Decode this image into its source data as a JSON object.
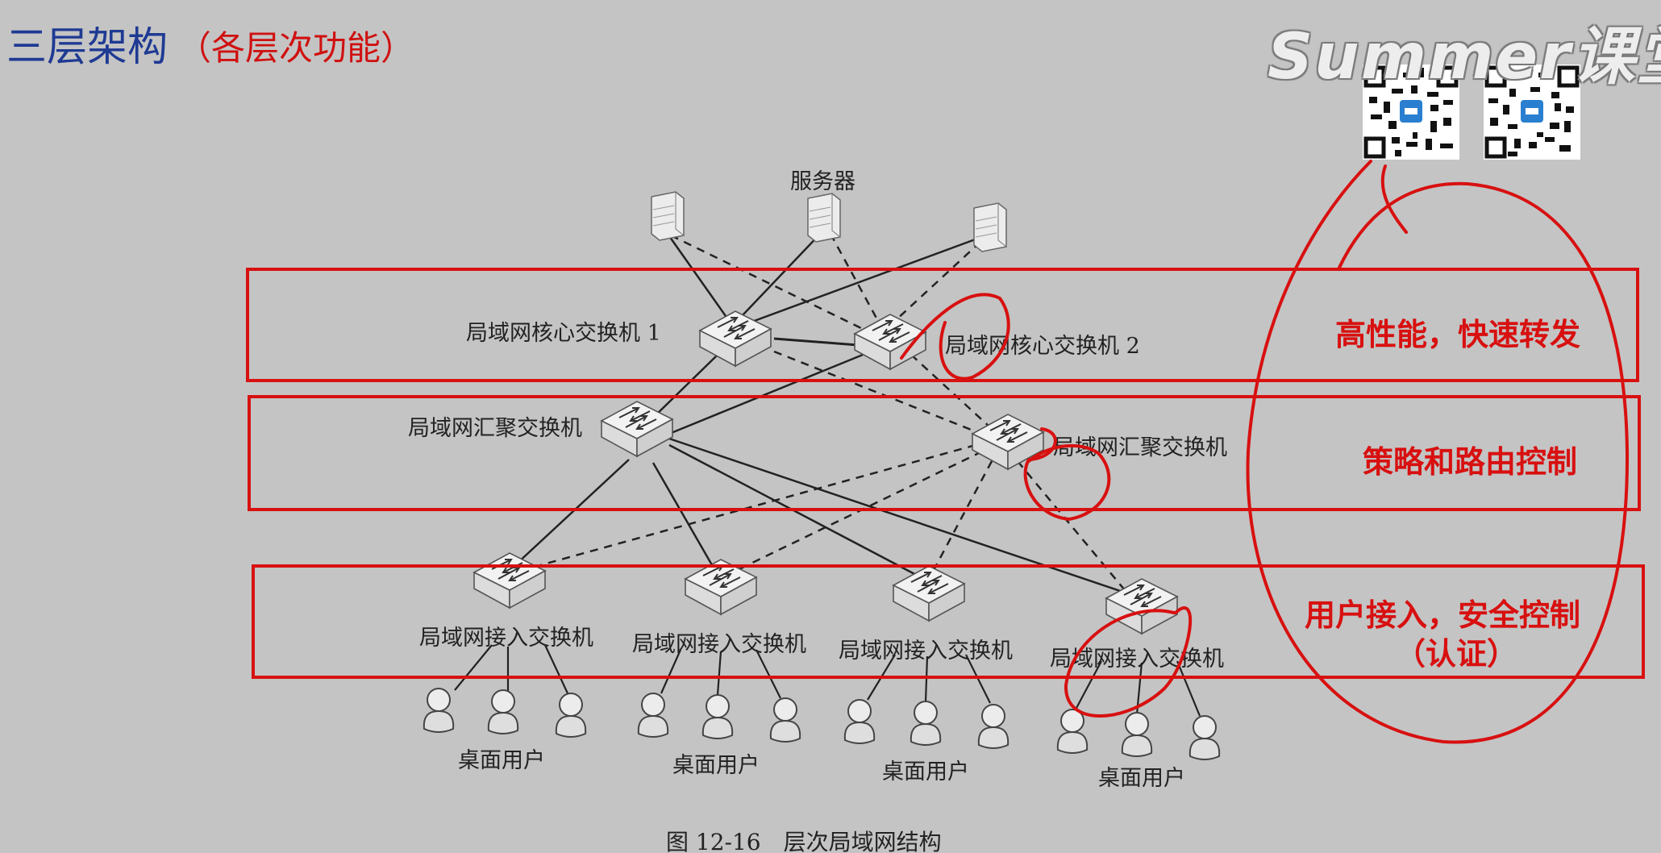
{
  "slide": {
    "title": "三层架构",
    "subtitle": "（各层次功能）",
    "watermark": "Summer课堂",
    "accent_color": "#d81010",
    "title_color": "#1f3a93",
    "background_color": "#c4c4c4"
  },
  "diagram": {
    "servers_label": "服务器",
    "core_switch_1": "局域网核心交换机 1",
    "core_switch_2": "局域网核心交换机 2",
    "agg_switch_1": "局域网汇聚交换机",
    "agg_switch_2": "局域网汇聚交换机",
    "access_switches": [
      "局域网接入交换机",
      "局域网接入交换机",
      "局域网接入交换机",
      "局域网接入交换机"
    ],
    "user_groups": [
      "桌面用户",
      "桌面用户",
      "桌面用户",
      "桌面用户"
    ],
    "caption": "图 12-16　层次局域网结构"
  },
  "annotations": {
    "core_layer": "高性能，快速转发",
    "aggregation_layer": "策略和路由控制",
    "access_layer_line1": "用户接入，安全控制",
    "access_layer_line2": "（认证）"
  },
  "icons": {
    "qr_codes": [
      "qr-code-icon",
      "qr-code-icon"
    ],
    "server": "server-icon",
    "switch": "switch-icon",
    "user": "user-icon"
  }
}
